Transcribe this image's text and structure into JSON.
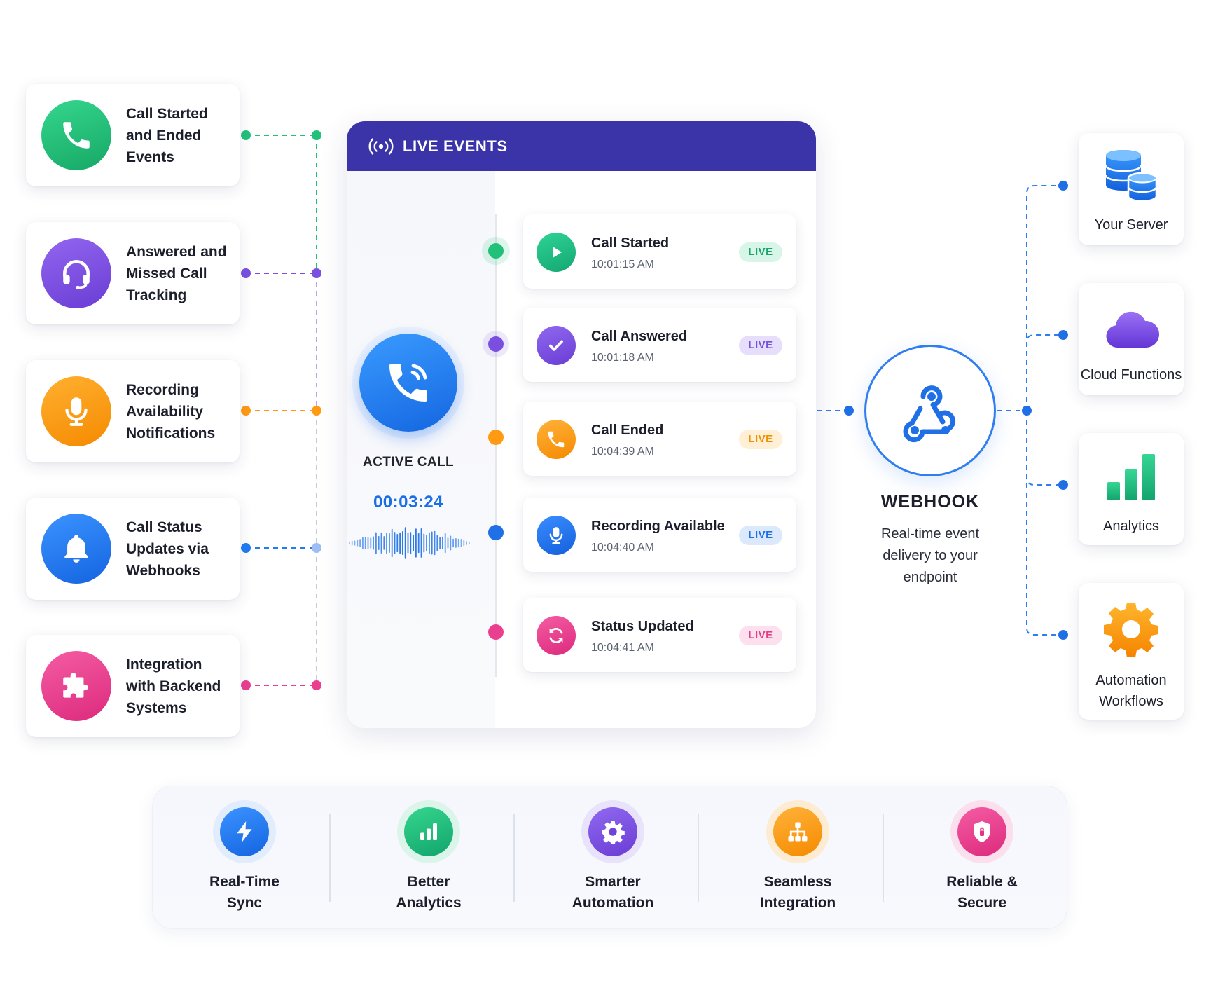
{
  "features": [
    {
      "label": "Call Started\nand Ended\nEvents",
      "color": "#22c17a",
      "icon": "phone-icon"
    },
    {
      "label": "Answered and\nMissed Call\nTracking",
      "color": "#7a4fe0",
      "icon": "headset-icon"
    },
    {
      "label": "Recording\nAvailability\nNotifications",
      "color": "#ff9a12",
      "icon": "microphone-icon"
    },
    {
      "label": "Call Status\nUpdates via\nWebhooks",
      "color": "#1f7cf2",
      "icon": "bell-icon"
    },
    {
      "label": "Integration\nwith Backend\nSystems",
      "color": "#ea3f8f",
      "icon": "puzzle-icon"
    }
  ],
  "live_panel": {
    "title": "LIVE EVENTS",
    "active_call_label": "ACTIVE CALL",
    "active_call_timer": "00:03:24"
  },
  "events": [
    {
      "title": "Call Started",
      "time": "10:01:15 AM",
      "badge": "LIVE",
      "color": "#1fba86",
      "icon": "play-icon"
    },
    {
      "title": "Call Answered",
      "time": "10:01:18 AM",
      "badge": "LIVE",
      "color": "#7a4fe0",
      "icon": "check-icon"
    },
    {
      "title": "Call Ended",
      "time": "10:04:39 AM",
      "badge": "LIVE",
      "color": "#ff9a12",
      "icon": "phone-end-icon"
    },
    {
      "title": "Recording Available",
      "time": "10:04:40 AM",
      "badge": "LIVE",
      "color": "#1f6fe6",
      "icon": "microphone-icon"
    },
    {
      "title": "Status Updated",
      "time": "10:04:41 AM",
      "badge": "LIVE",
      "color": "#ea3f8f",
      "icon": "refresh-icon"
    }
  ],
  "webhook": {
    "title": "WEBHOOK",
    "description": "Real-time event\ndelivery to your\nendpoint"
  },
  "destinations": [
    {
      "label": "Your Server",
      "icon": "database-icon"
    },
    {
      "label": "Cloud Functions",
      "icon": "cloud-icon"
    },
    {
      "label": "Analytics",
      "icon": "bar-chart-icon"
    },
    {
      "label": "Automation\nWorkflows",
      "icon": "gear-icon"
    }
  ],
  "benefits": [
    {
      "label": "Real-Time\nSync",
      "color": "#1f7cf2",
      "icon": "lightning-icon"
    },
    {
      "label": "Better\nAnalytics",
      "color": "#1fba86",
      "icon": "bar-chart-icon"
    },
    {
      "label": "Smarter\nAutomation",
      "color": "#7a4fe0",
      "icon": "gear-icon"
    },
    {
      "label": "Seamless\nIntegration",
      "color": "#ff9a12",
      "icon": "hierarchy-icon"
    },
    {
      "label": "Reliable &\nSecure",
      "color": "#ea3f8f",
      "icon": "shield-icon"
    }
  ]
}
